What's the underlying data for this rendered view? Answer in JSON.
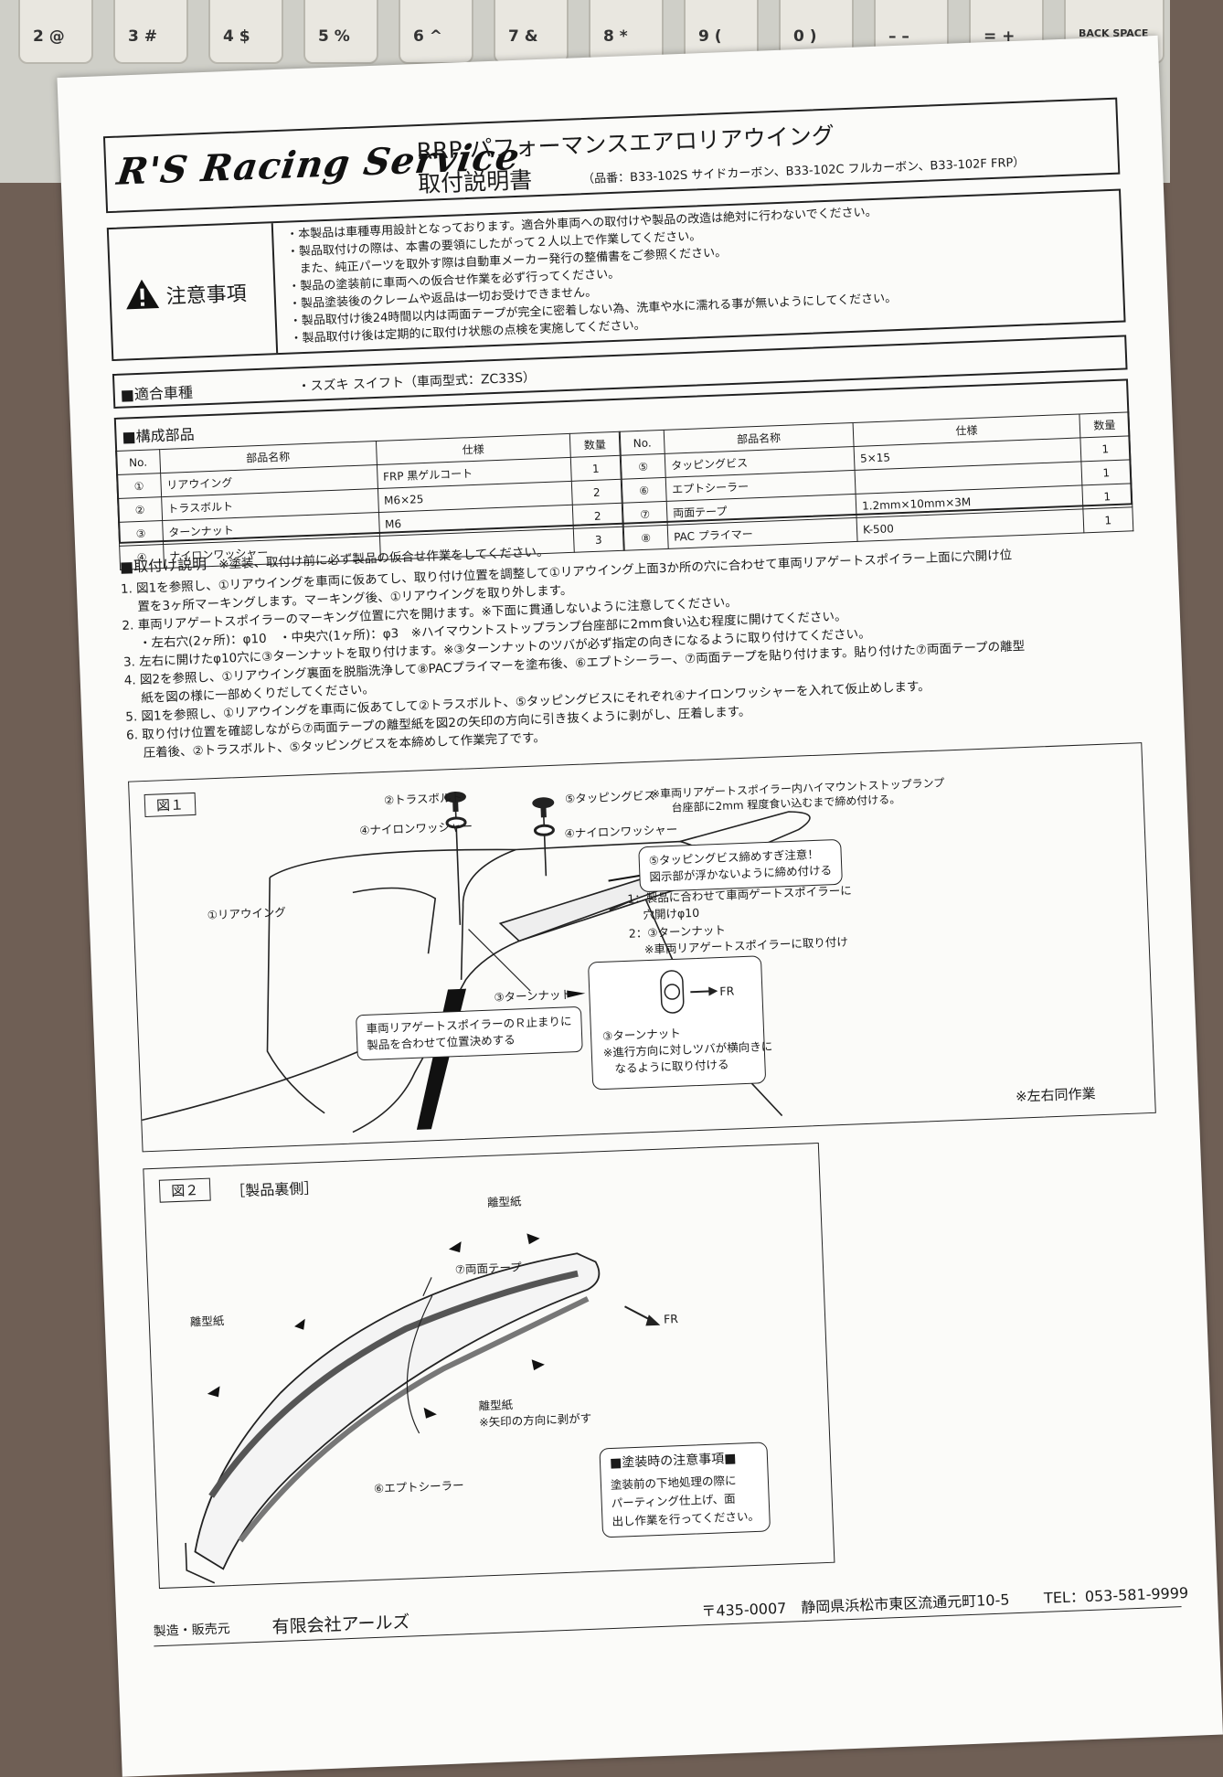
{
  "keyboard": {
    "keys": [
      "2 @",
      "3 #",
      "4 $",
      "5 %",
      "6 ^",
      "7 &",
      "8 *",
      "9 (",
      "0 )",
      "– –",
      "= +",
      "BACK SPACE"
    ]
  },
  "header": {
    "logo_text": "R'S Racing Service",
    "title": "RRP パフォーマンスエアロリアウイング",
    "subtitle": "取付説明書",
    "part_numbers": "（品番：B33-102S サイドカーボン、B33-102C フルカーボン、B33-102F FRP）"
  },
  "caution": {
    "heading": "注意事項",
    "lines": [
      "・本製品は車種専用設計となっております。適合外車両への取付けや製品の改造は絶対に行わないでください。",
      "・製品取付けの際は、本書の要領にしたがって２人以上で作業してください。",
      "　また、純正パーツを取外す際は自動車メーカー発行の整備書をご参照ください。",
      "・製品の塗装前に車両への仮合せ作業を必ず行ってください。",
      "・製品塗装後のクレームや返品は一切お受けできません。",
      "・製品取付け後24時間以内は両面テープが完全に密着しない為、洗車や水に濡れる事が無いようにしてください。",
      "・製品取付け後は定期的に取付け状態の点検を実施してください。"
    ]
  },
  "vehicle": {
    "heading": "■適合車種",
    "value": "・スズキ スイフト（車両型式：ZC33S）"
  },
  "parts": {
    "heading": "■構成部品",
    "columns": [
      "No.",
      "部品名称",
      "仕様",
      "数量"
    ],
    "left_rows": [
      {
        "no": "①",
        "name": "リアウイング",
        "spec": "FRP 黒ゲルコート",
        "qty": "1"
      },
      {
        "no": "②",
        "name": "トラスボルト",
        "spec": "M6×25",
        "qty": "2"
      },
      {
        "no": "③",
        "name": "ターンナット",
        "spec": "M6",
        "qty": "2"
      },
      {
        "no": "④",
        "name": "ナイロンワッシャー",
        "spec": "",
        "qty": "3"
      }
    ],
    "right_rows": [
      {
        "no": "⑤",
        "name": "タッピングビス",
        "spec": "5×15",
        "qty": "1"
      },
      {
        "no": "⑥",
        "name": "エプトシーラー",
        "spec": "",
        "qty": "1"
      },
      {
        "no": "⑦",
        "name": "両面テープ",
        "spec": "1.2mm×10mm×3M",
        "qty": "1"
      },
      {
        "no": "⑧",
        "name": "PAC プライマー",
        "spec": "K-500",
        "qty": "1"
      }
    ]
  },
  "instructions": {
    "heading": "■取付け説明",
    "note": "※塗装、取付け前に必ず製品の仮合せ作業をしてください。",
    "steps": [
      "1. 図1を参照し、①リアウイングを車両に仮あてし、取り付け位置を調整して①リアウイング上面3か所の穴に合わせて車両リアゲートスポイラー上面に穴開け位",
      "　 置を3ヶ所マーキングします。マーキング後、①リアウイングを取り外します。",
      "2. 車両リアゲートスポイラーのマーキング位置に穴を開けます。※下面に貫通しないように注意してください。",
      "　 ・左右穴(2ヶ所)：φ10　・中央穴(1ヶ所)：φ3　※ハイマウントストップランプ台座部に2mm食い込む程度に開けてください。",
      "3. 左右に開けたφ10穴に③ターンナットを取り付けます。※③ターンナットのツバが必ず指定の向きになるように取り付けてください。",
      "4. 図2を参照し、①リアウイング裏面を脱脂洗浄して⑧PACプライマーを塗布後、⑥エプトシーラー、⑦両面テープを貼り付けます。貼り付けた⑦両面テープの離型",
      "　 紙を図の様に一部めくりだしてください。",
      "5. 図1を参照し、①リアウイングを車両に仮あてして②トラスボルト、⑤タッピングビスにそれぞれ④ナイロンワッシャーを入れて仮止めします。",
      "6. 取り付け位置を確認しながら⑦両面テープの離型紙を図2の矢印の方向に引き抜くように剥がし、圧着します。",
      "　 圧着後、②トラスボルト、⑤タッピングビスを本締めして作業完了です。"
    ]
  },
  "figure1": {
    "label": "図１",
    "truss_bolt": "②トラスボルト",
    "nylon_washer_left": "④ナイロンワッシャー",
    "tapping_screw": "⑤タッピングビス",
    "tapping_note_1": "※車両リアゲートスポイラー内ハイマウントストップランプ",
    "tapping_note_2": "台座部に2mm 程度食い込むまで締め付ける。",
    "nylon_washer_right": "④ナイロンワッシャー",
    "warning_1": "⑤タッピングビス締めすぎ注意！",
    "warning_2": "図示部が浮かないように締め付ける",
    "rear_wing": "①リアウイング",
    "hole_1": "1：製品に合わせて車両ゲートスポイラーに",
    "hole_2": "　 穴開けφ10",
    "turn_nut_1": "2：③ターンナット",
    "turn_nut_2": "　 ※車両リアゲートスポイラーに取り付け",
    "turn_nut_label": "③ターンナット",
    "position_1": "車両リアゲートスポイラーのＲ止まりに",
    "position_2": "製品を合わせて位置決めする",
    "fr": "FR",
    "detail_1": "③ターンナット",
    "detail_2": "※進行方向に対しツバが横向きに",
    "detail_3": "なるように取り付ける",
    "both_sides": "※左右同作業"
  },
  "figure2": {
    "label": "図２",
    "caption": "［製品裏側］",
    "release_paper_top": "離型紙",
    "double_tape": "⑦両面テープ",
    "fr": "FR",
    "release_paper_left": "離型紙",
    "release_paper_bottom": "離型紙",
    "peel_note": "※矢印の方向に剥がす",
    "sealer": "⑥エプトシーラー",
    "paint_heading": "■塗装時の注意事項■",
    "paint_1": "塗装前の下地処理の際に",
    "paint_2": "パーティング仕上げ、面",
    "paint_3": "出し作業を行ってください。"
  },
  "footer": {
    "maker_label": "製造・販売元",
    "company": "有限会社アールズ",
    "address": "〒435-0007　静岡県浜松市東区流通元町10-5",
    "tel": "TEL：053-581-9999"
  },
  "colors": {
    "paper": "#fbfbf9",
    "ink": "#1a1a1a",
    "desk": "#6f5f55",
    "keyboard": "#cfcfc8"
  }
}
